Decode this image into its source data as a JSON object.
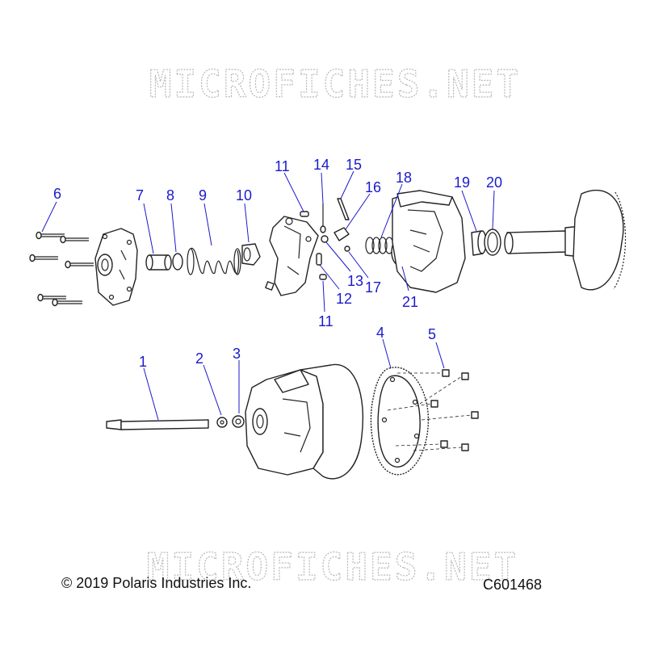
{
  "watermark": {
    "top": "MICROFICHES.NET",
    "bottom": "MICROFICHES.NET"
  },
  "callouts": {
    "c1": "1",
    "c2": "2",
    "c3": "3",
    "c4": "4",
    "c5": "5",
    "c6": "6",
    "c7": "7",
    "c8": "8",
    "c9": "9",
    "c10": "10",
    "c11a": "11",
    "c11b": "11",
    "c12": "12",
    "c13": "13",
    "c14": "14",
    "c15": "15",
    "c16": "16",
    "c17": "17",
    "c18": "18",
    "c19": "19",
    "c20": "20",
    "c21": "21"
  },
  "footer": {
    "copyright": "© 2019 Polaris Industries Inc.",
    "code": "C601468"
  },
  "colors": {
    "callout": "#1a1acc",
    "line": "#222222",
    "watermark": "#b8b8b8"
  }
}
